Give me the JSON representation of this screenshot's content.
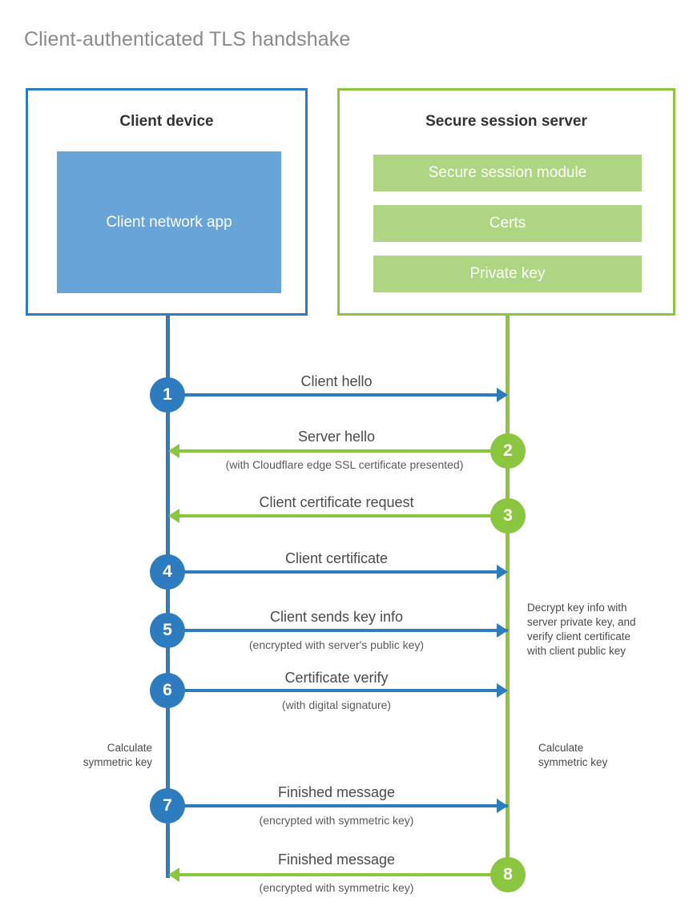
{
  "title": "Client-authenticated TLS handshake",
  "colors": {
    "client_blue": "#2e7cc0",
    "client_app_blue": "#68a4d8",
    "server_green": "#8cc63f",
    "server_bar_green": "#aed581",
    "title_gray": "#8a8a8a",
    "label_gray": "#4a4a4a"
  },
  "client_panel": {
    "title": "Client device",
    "app_box_label": "Client network app"
  },
  "server_panel": {
    "title": "Secure session server",
    "bars": [
      {
        "label": "Secure session module"
      },
      {
        "label": "Certs"
      },
      {
        "label": "Private key"
      }
    ]
  },
  "notes": {
    "client_calculate": "Calculate\nsymmetric key",
    "server_decrypt": "Decrypt key info with\nserver private key, and\nverify client certificate\nwith client public key",
    "server_calculate": "Calculate\nsymmetric key"
  },
  "chart_data": {
    "type": "sequence-diagram",
    "title": "Client-authenticated TLS handshake",
    "actors": [
      "Client device",
      "Secure session server"
    ],
    "steps": [
      {
        "number": "1",
        "label": "Client hello",
        "sublabel": "",
        "direction": "client-to-server",
        "color": "#2e7cc0"
      },
      {
        "number": "2",
        "label": "Server hello",
        "sublabel": "(with Cloudflare edge SSL certificate presented)",
        "direction": "server-to-client",
        "color": "#8cc63f"
      },
      {
        "number": "3",
        "label": "Client certificate request",
        "sublabel": "",
        "direction": "server-to-client",
        "color": "#8cc63f"
      },
      {
        "number": "4",
        "label": "Client certificate",
        "sublabel": "",
        "direction": "client-to-server",
        "color": "#2e7cc0"
      },
      {
        "number": "5",
        "label": "Client sends key info",
        "sublabel": "(encrypted with server's public key)",
        "direction": "client-to-server",
        "color": "#2e7cc0"
      },
      {
        "number": "6",
        "label": "Certificate verify",
        "sublabel": "(with digital signature)",
        "direction": "client-to-server",
        "color": "#2e7cc0"
      },
      {
        "number": "7",
        "label": "Finished message",
        "sublabel": "(encrypted with symmetric key)",
        "direction": "client-to-server",
        "color": "#2e7cc0"
      },
      {
        "number": "8",
        "label": "Finished message",
        "sublabel": "(encrypted with symmetric key)",
        "direction": "server-to-client",
        "color": "#8cc63f"
      }
    ]
  }
}
